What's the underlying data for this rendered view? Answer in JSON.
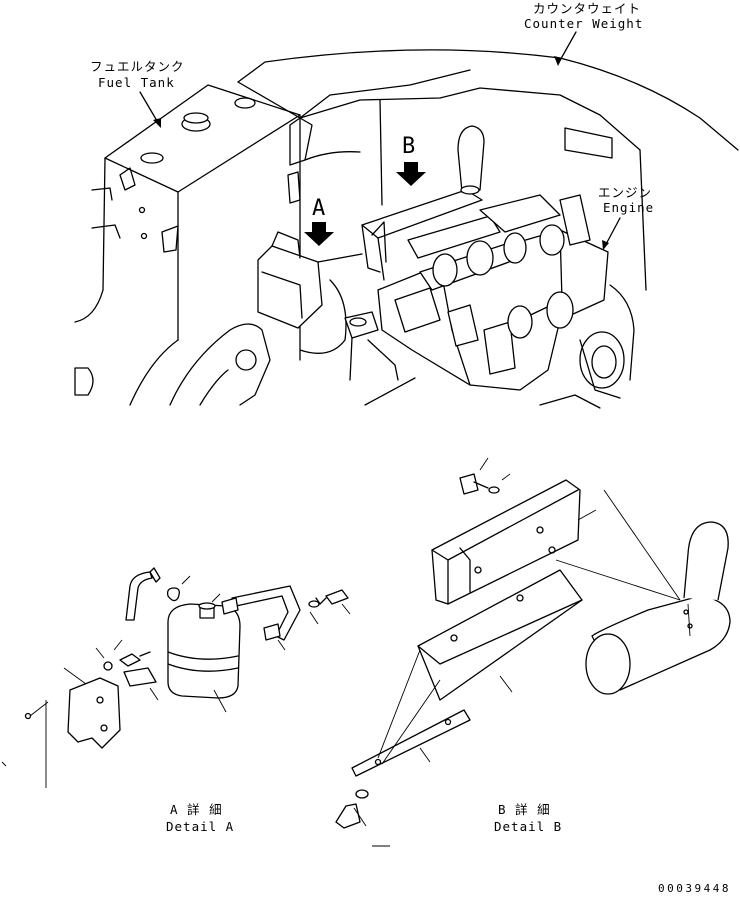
{
  "labels": {
    "counter_weight_jp": "カウンタウェイト",
    "counter_weight_en": "Counter Weight",
    "fuel_tank_jp": "フュエルタンク",
    "fuel_tank_en": "Fuel Tank",
    "engine_jp": "エンジン",
    "engine_en": "Engine",
    "view_a": "A",
    "view_b": "B",
    "detail_a_jp": "A 詳 細",
    "detail_a_en": "Detail A",
    "detail_b_jp": "B 詳 細",
    "detail_b_en": "Detail B"
  },
  "document_id": "00039448"
}
